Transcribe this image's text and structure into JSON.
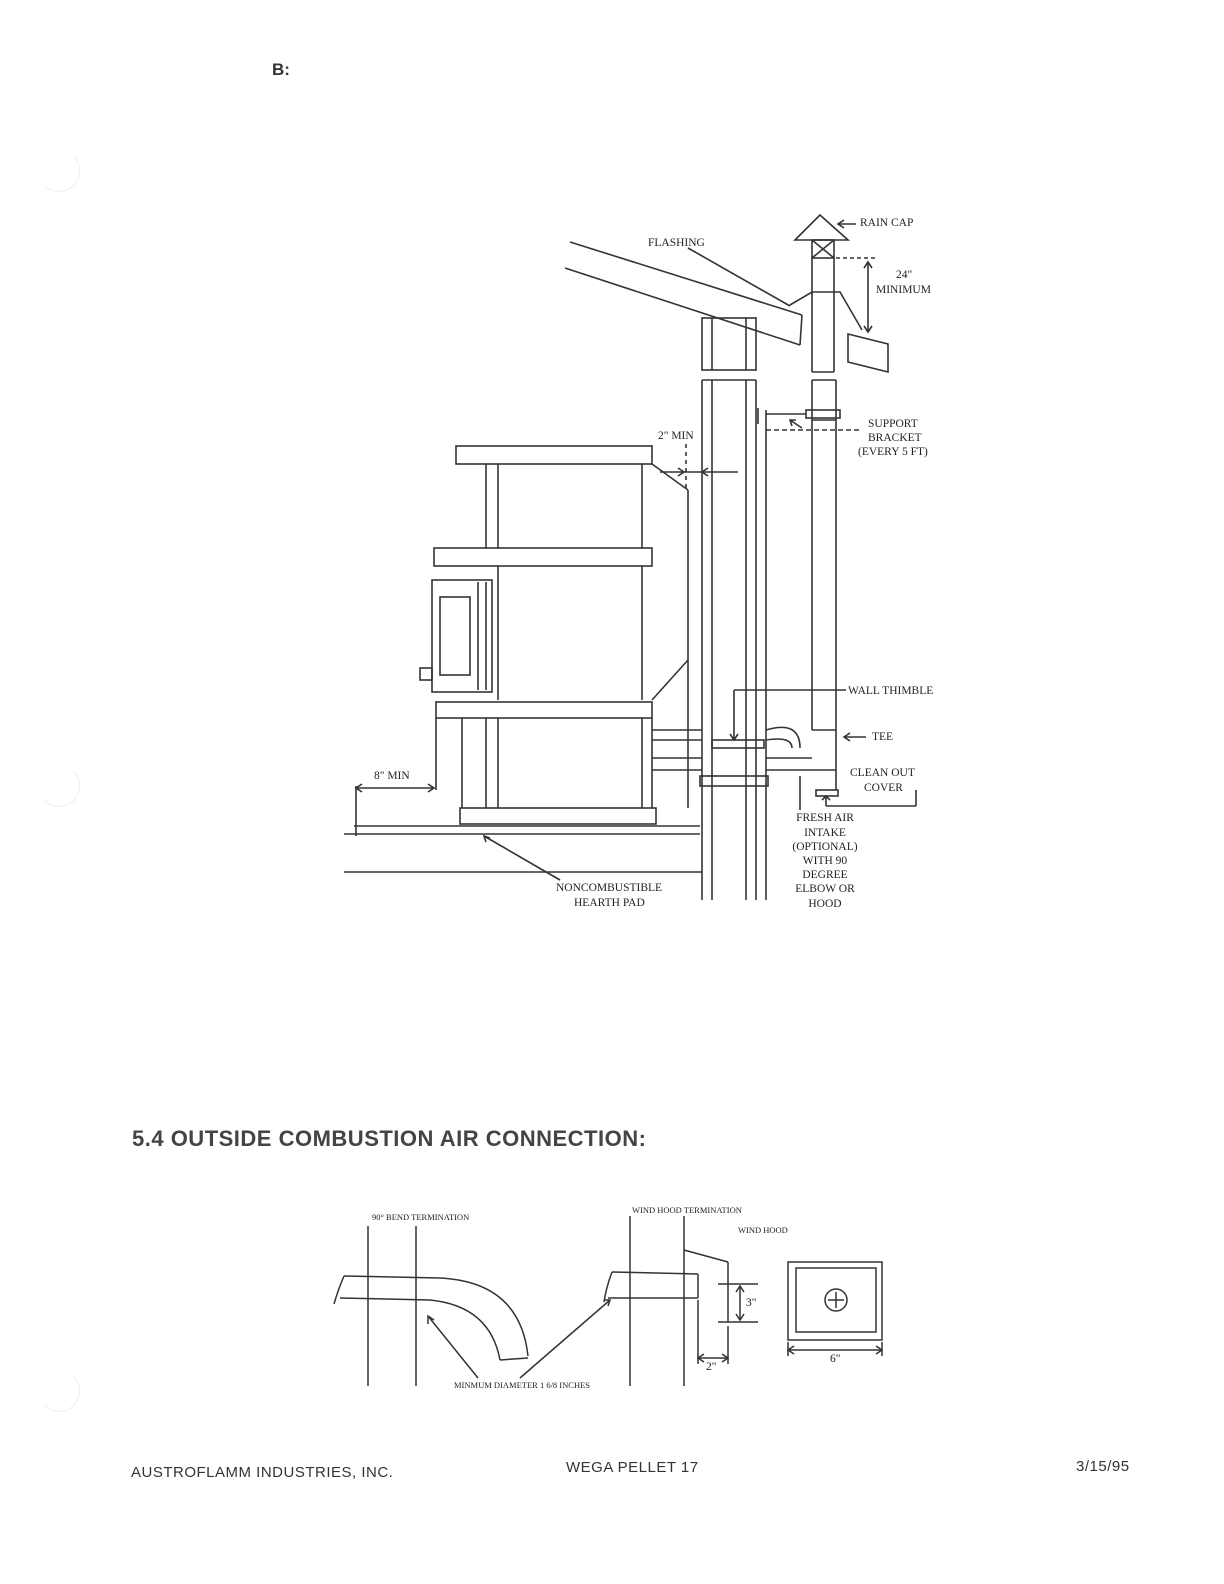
{
  "section_marker": "B:",
  "diagram_venting": {
    "labels": {
      "rain_cap": "RAIN CAP",
      "flashing": "FLASHING",
      "minimum_24_line1": "24\"",
      "minimum_24_line2": "MINIMUM",
      "support_line1": "SUPPORT",
      "support_line2": "BRACKET",
      "support_line3": "(EVERY 5 FT)",
      "two_min": "2\" MIN",
      "wall_thimble": "WALL THIMBLE",
      "tee": "TEE",
      "clean_out_line1": "CLEAN OUT",
      "clean_out_line2": "COVER",
      "eight_min": "8\" MIN",
      "fresh_air_lines": [
        "FRESH AIR",
        "INTAKE",
        "(OPTIONAL)",
        "WITH 90",
        "DEGREE",
        "ELBOW OR",
        "HOOD"
      ],
      "hearth_line1": "NONCOMBUSTIBLE",
      "hearth_line2": "HEARTH PAD"
    }
  },
  "section_heading": "5.4 OUTSIDE COMBUSTION AIR CONNECTION:",
  "diagram_air": {
    "labels": {
      "bend_termination": "90° BEND TERMINATION",
      "wind_hood_termination": "WIND HOOD TERMINATION",
      "wind_hood": "WIND HOOD",
      "min_diameter": "MINMUM DIAMETER 1 6/8 INCHES",
      "dim_3": "3\"",
      "dim_2": "2\"",
      "dim_6": "6\""
    }
  },
  "footer": {
    "company": "AUSTROFLAMM INDUSTRIES, INC.",
    "model": "WEGA PELLET 17",
    "date": "3/15/95"
  }
}
